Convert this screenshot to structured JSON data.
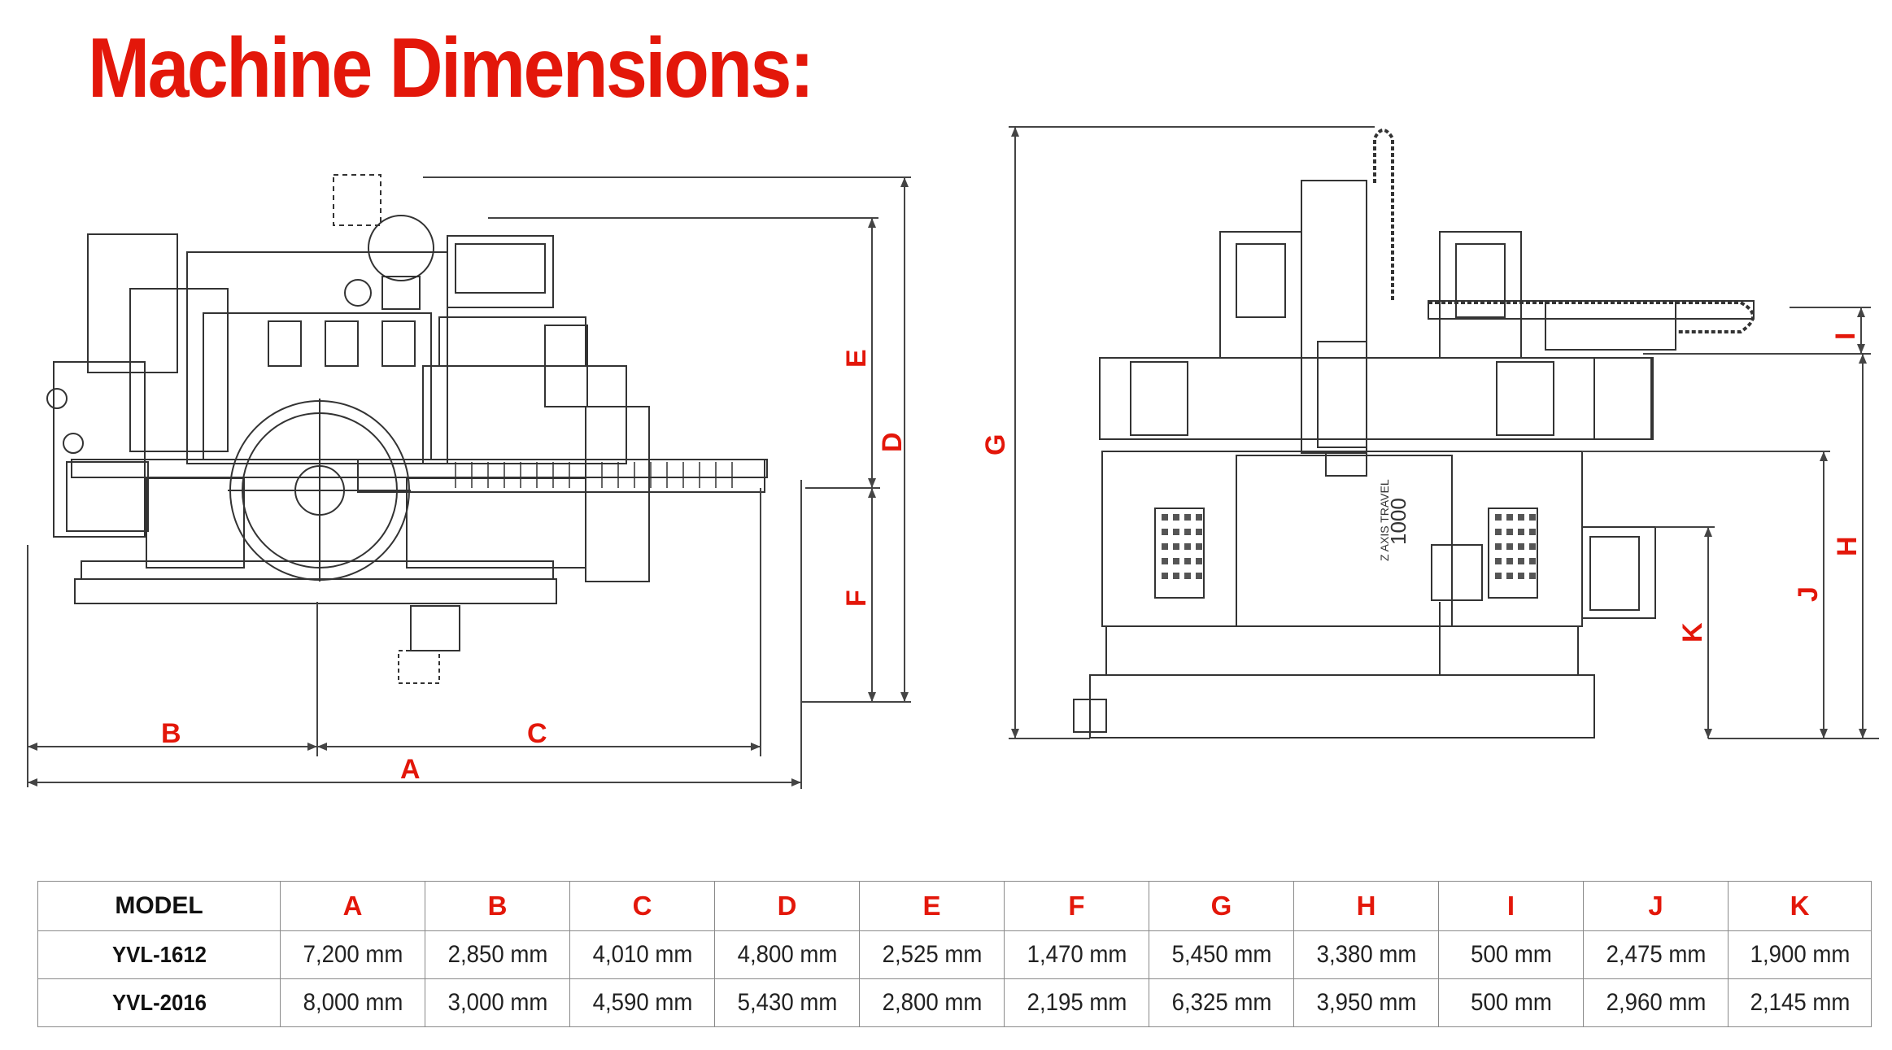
{
  "page": {
    "title": "Machine Dimensions:"
  },
  "drawing_labels": {
    "A": "A",
    "B": "B",
    "C": "C",
    "D": "D",
    "E": "E",
    "F": "F",
    "G": "G",
    "H": "H",
    "I": "I",
    "J": "J",
    "K": "K",
    "z_axis_travel": "Z AXIS TRAVEL",
    "z_axis_value": "1000"
  },
  "table": {
    "headers": [
      "MODEL",
      "A",
      "B",
      "C",
      "D",
      "E",
      "F",
      "G",
      "H",
      "I",
      "J",
      "K"
    ],
    "rows": [
      {
        "model": "YVL-1612",
        "values": [
          "7,200 mm",
          "2,850 mm",
          "4,010 mm",
          "4,800 mm",
          "2,525 mm",
          "1,470 mm",
          "5,450 mm",
          "3,380 mm",
          "500 mm",
          "2,475 mm",
          "1,900 mm"
        ]
      },
      {
        "model": "YVL-2016",
        "values": [
          "8,000 mm",
          "3,000 mm",
          "4,590 mm",
          "5,430 mm",
          "2,800 mm",
          "2,195 mm",
          "6,325 mm",
          "3,950 mm",
          "500 mm",
          "2,960 mm",
          "2,145 mm"
        ]
      }
    ]
  },
  "colors": {
    "accent": "#e3170a",
    "line": "#333333",
    "grid": "#8a8a8a"
  }
}
